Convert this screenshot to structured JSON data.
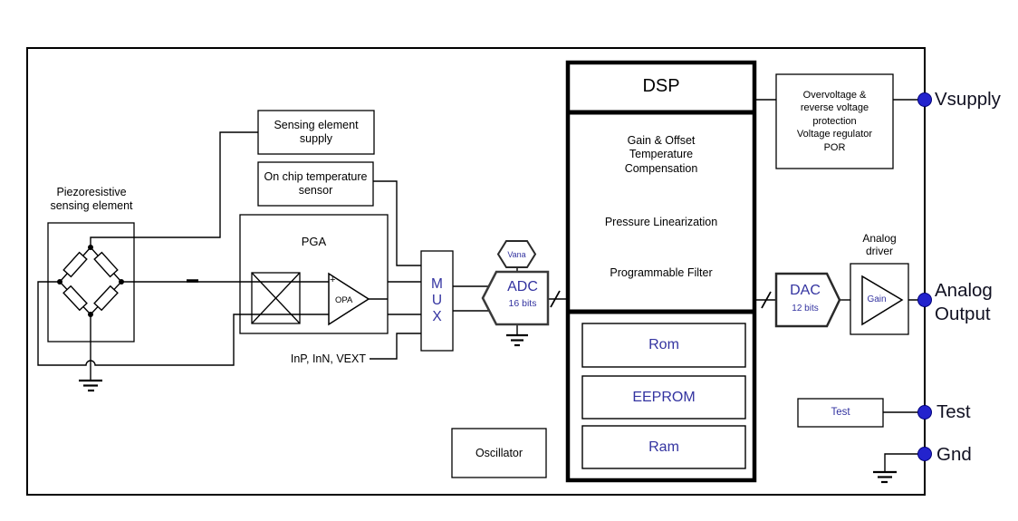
{
  "diagram": {
    "sensor": {
      "name": "Piezoresistive\nsensing element"
    },
    "blocks": {
      "sensing_supply": "Sensing element\nsupply",
      "temp_sensor": "On chip temperature\nsensor",
      "pga": "PGA",
      "opa": "OPA",
      "opa_plus": "+",
      "mux": "M\nU\nX",
      "mux_ext_inputs": "InP, InN, VEXT",
      "vana": "Vana",
      "adc": "ADC",
      "adc_res": "16 bits",
      "dsp": "DSP",
      "dsp_functions": [
        "Gain & Offset\nTemperature\nCompensation",
        "Pressure Linearization",
        "Programmable Filter"
      ],
      "rom": "Rom",
      "eeprom": "EEPROM",
      "ram": "Ram",
      "oscillator": "Oscillator",
      "dac": "DAC",
      "dac_res": "12 bits",
      "analog_driver": "Analog\ndriver",
      "gain": "Gain",
      "protection": "Overvoltage &\nreverse voltage\nprotection\nVoltage regulator\nPOR",
      "test": "Test"
    },
    "pins": {
      "vsupply": "Vsupply",
      "analog_output": "Analog\nOutput",
      "test": "Test",
      "gnd": "Gnd"
    },
    "colors": {
      "block_text_blue": "#3333A0",
      "pin_dot_blue": "#2323CD",
      "line_black": "#000000"
    }
  }
}
